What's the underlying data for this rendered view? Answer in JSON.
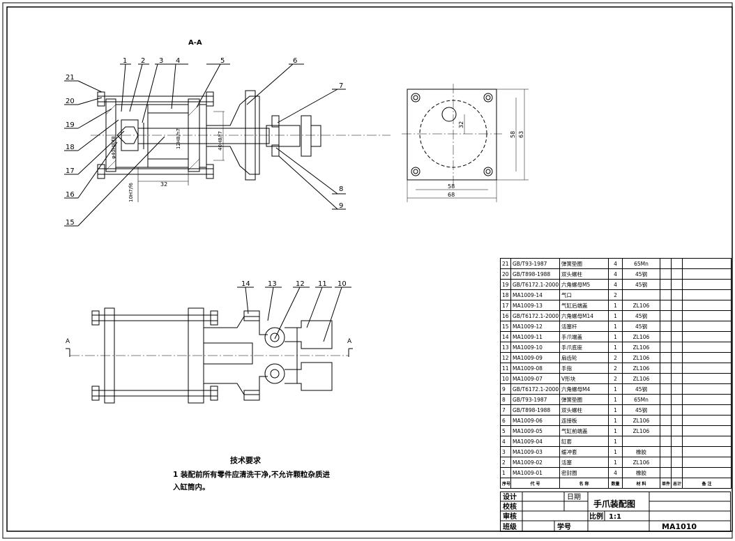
{
  "section_label": "A-A",
  "left_section_label": "A",
  "right_section_label": "A",
  "callouts_top": [
    "1",
    "2",
    "3",
    "4",
    "5",
    "6",
    "7",
    "8",
    "9",
    "15",
    "16",
    "17",
    "18",
    "19",
    "20",
    "21"
  ],
  "callouts_bottom": [
    "10",
    "11",
    "12",
    "13",
    "14"
  ],
  "dimensions": {
    "d32_top": "32",
    "d32_bottom": "32",
    "d58_w": "58",
    "d68_w": "68",
    "d58_h": "58",
    "d63_h": "63",
    "fit1": "φ40H8/f8",
    "fit2": "12H8/h7",
    "fit3": "40H8/f7",
    "fit4": "10H7/f6"
  },
  "tech_requirements": {
    "title": "技术要求",
    "line1": "1 装配前所有零件应清洗干净,不允许颗粒杂质进",
    "line2": "入缸筒内。"
  },
  "bom": {
    "rows": [
      {
        "no": "21",
        "code": "GB/T93-1987",
        "name": "弹簧垫圈",
        "qty": "4",
        "material": "65Mn"
      },
      {
        "no": "20",
        "code": "GB/T898-1988",
        "name": "双头螺柱",
        "qty": "4",
        "material": "45钢"
      },
      {
        "no": "19",
        "code": "GB/T6172.1-2000",
        "name": "六角螺母M5",
        "qty": "4",
        "material": "45钢"
      },
      {
        "no": "18",
        "code": "MA1009-14",
        "name": "气口",
        "qty": "2",
        "material": ""
      },
      {
        "no": "17",
        "code": "MA1009-13",
        "name": "气缸后端盖",
        "qty": "1",
        "material": "ZL106"
      },
      {
        "no": "16",
        "code": "GB/T6172.1-2000",
        "name": "六角螺母M14",
        "qty": "1",
        "material": "45钢"
      },
      {
        "no": "15",
        "code": "MA1009-12",
        "name": "活塞杆",
        "qty": "1",
        "material": "45钢"
      },
      {
        "no": "14",
        "code": "MA1009-11",
        "name": "手爪端盖",
        "qty": "1",
        "material": "ZL106"
      },
      {
        "no": "13",
        "code": "MA1009-10",
        "name": "手爪底座",
        "qty": "1",
        "material": "ZL106"
      },
      {
        "no": "12",
        "code": "MA1009-09",
        "name": "扇齿轮",
        "qty": "2",
        "material": "ZL106"
      },
      {
        "no": "11",
        "code": "MA1009-08",
        "name": "手指",
        "qty": "2",
        "material": "ZL106"
      },
      {
        "no": "10",
        "code": "MA1009-07",
        "name": "V形块",
        "qty": "2",
        "material": "ZL106"
      },
      {
        "no": "9",
        "code": "GB/T6172.1-2000",
        "name": "六角螺母M4",
        "qty": "1",
        "material": "45钢"
      },
      {
        "no": "8",
        "code": "GB/T93-1987",
        "name": "弹簧垫圈",
        "qty": "1",
        "material": "65Mn"
      },
      {
        "no": "7",
        "code": "GB/T898-1988",
        "name": "双头螺柱",
        "qty": "1",
        "material": "45钢"
      },
      {
        "no": "6",
        "code": "MA1009-06",
        "name": "连接板",
        "qty": "1",
        "material": "ZL106"
      },
      {
        "no": "5",
        "code": "MA1009-05",
        "name": "气缸前端盖",
        "qty": "1",
        "material": "ZL106"
      },
      {
        "no": "4",
        "code": "MA1009-04",
        "name": "缸套",
        "qty": "1",
        "material": ""
      },
      {
        "no": "3",
        "code": "MA1009-03",
        "name": "缓冲套",
        "qty": "1",
        "material": "橡胶"
      },
      {
        "no": "2",
        "code": "MA1009-02",
        "name": "活塞",
        "qty": "1",
        "material": "ZL106"
      },
      {
        "no": "1",
        "code": "MA1009-01",
        "name": "密封圈",
        "qty": "4",
        "material": "橡胶"
      }
    ],
    "header": {
      "no": "序号",
      "code": "代  号",
      "name": "名  称",
      "qty": "数量",
      "material": "材  料",
      "unit_weight": "单件 重量",
      "total_weight": "总计 重量",
      "remark": "备  注"
    }
  },
  "title_block": {
    "designer_label": "设计",
    "checker_label": "校核",
    "reviewer_label": "审核",
    "class_label": "班级",
    "student_id_label": "学号",
    "date_label": "日期",
    "drawing_title": "手爪装配图",
    "scale_label": "比例",
    "scale_value": "1:1",
    "drawing_number": "MA1010"
  }
}
